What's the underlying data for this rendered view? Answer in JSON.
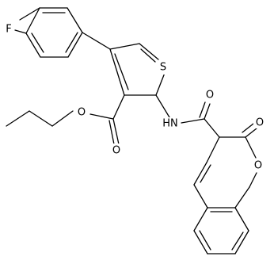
{
  "atoms": {
    "F": "F",
    "S": "S",
    "O_ester_carbonyl": "O",
    "O_ester_ether": "O",
    "NH": "HN",
    "O_amide": "O",
    "O_lactone_carbonyl": "O",
    "O_ring": "O"
  }
}
